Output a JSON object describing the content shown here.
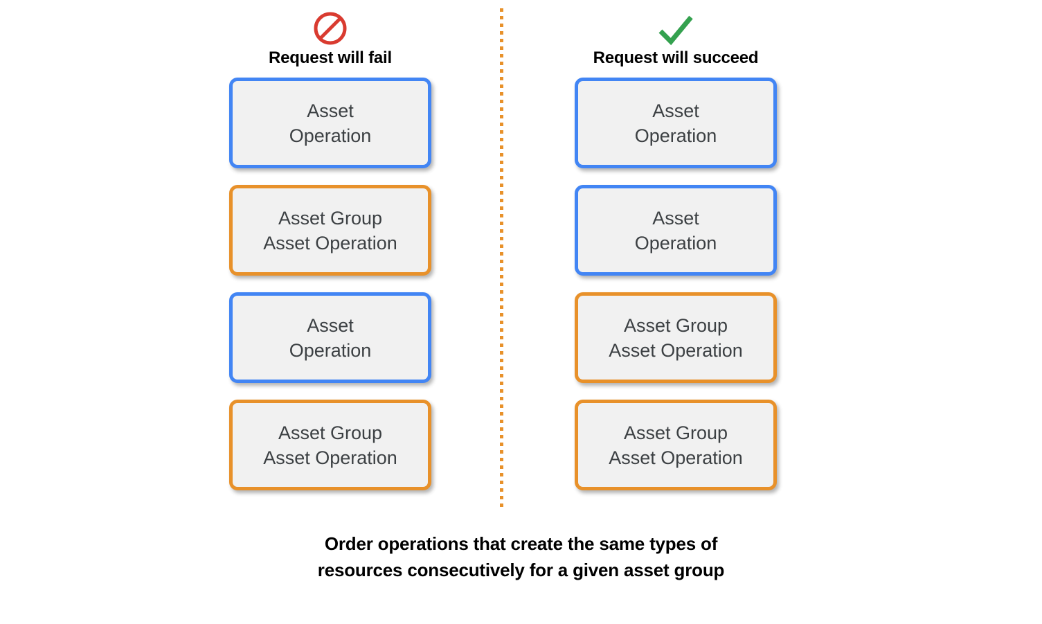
{
  "divider": {
    "color": "#E8912A",
    "style": "dotted-vertical"
  },
  "colors": {
    "blue_border": "#4285F4",
    "orange_border": "#E8912A",
    "card_fill": "#F1F1F1",
    "card_text": "#3C4043",
    "fail_icon": "#D93B30",
    "success_icon": "#34A14F",
    "background": "#FFFFFF",
    "caption_text": "#000000"
  },
  "columns": [
    {
      "key": "fail",
      "icon": "prohibition-icon",
      "title": "Request will fail",
      "cards": [
        {
          "border": "blue",
          "lines": [
            "Asset",
            "Operation"
          ]
        },
        {
          "border": "orange",
          "lines": [
            "Asset Group",
            "Asset Operation"
          ]
        },
        {
          "border": "blue",
          "lines": [
            "Asset",
            "Operation"
          ]
        },
        {
          "border": "orange",
          "lines": [
            "Asset Group",
            "Asset Operation"
          ]
        }
      ]
    },
    {
      "key": "succeed",
      "icon": "checkmark-icon",
      "title": "Request will succeed",
      "cards": [
        {
          "border": "blue",
          "lines": [
            "Asset",
            "Operation"
          ]
        },
        {
          "border": "blue",
          "lines": [
            "Asset",
            "Operation"
          ]
        },
        {
          "border": "orange",
          "lines": [
            "Asset Group",
            "Asset Operation"
          ]
        },
        {
          "border": "orange",
          "lines": [
            "Asset Group",
            "Asset Operation"
          ]
        }
      ]
    }
  ],
  "caption": {
    "line1": "Order operations that create the same types of",
    "line2": "resources consecutively for a given asset group"
  }
}
